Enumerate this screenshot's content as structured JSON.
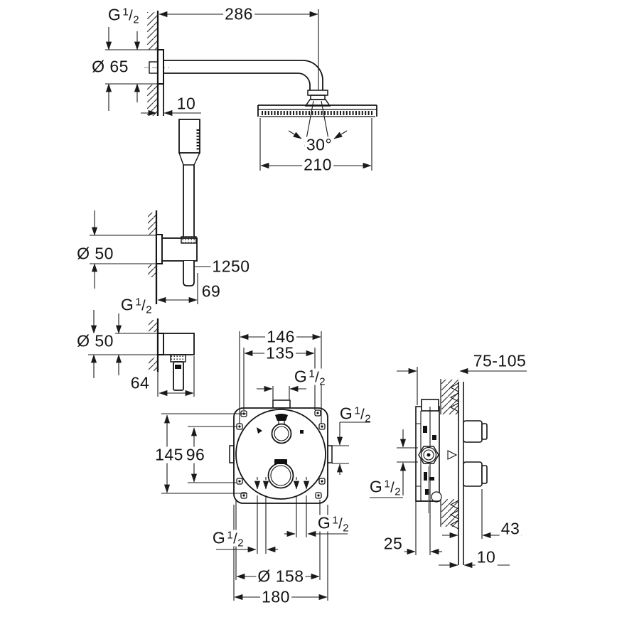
{
  "drawing": {
    "thread": {
      "letter": "G",
      "num": "1",
      "slash": "/",
      "den": "2"
    },
    "head": {
      "arm_length": "286",
      "flange_diameter": "Ø 65",
      "wall_plate_offset": "10",
      "spray_angle": "30°",
      "head_width": "210"
    },
    "hand": {
      "holder_diameter": "Ø 50",
      "hose_length": "1250",
      "holder_offset": "69"
    },
    "elbow": {
      "flange_diameter": "Ø 50",
      "projection": "64"
    },
    "front": {
      "port_span_outer": "146",
      "port_span_inner": "135",
      "screw_span_outer": "145",
      "screw_span_inner": "96",
      "trim_diameter": "Ø 158",
      "box_width": "180"
    },
    "side": {
      "install_depth_range": "75-105",
      "depth_adjust": "25",
      "handle_projection": "43",
      "tile_thickness": "10"
    }
  }
}
